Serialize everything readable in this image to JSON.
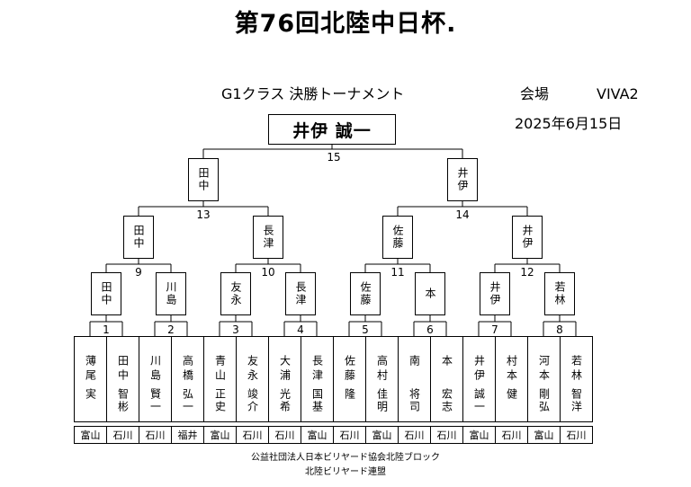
{
  "title": "第76回北陸中日杯.",
  "header": {
    "class_label": "G1クラス 決勝トーナメント",
    "venue_label": "会場",
    "venue_name": "VIVA2",
    "date": "2025年6月15日"
  },
  "champion": "井伊 誠一",
  "matches": {
    "m15": {
      "number": "15"
    },
    "m13": {
      "number": "13",
      "winner": "田中"
    },
    "m14": {
      "number": "14",
      "winner": "井伊"
    },
    "m9": {
      "number": "9",
      "winner": "田中"
    },
    "m10": {
      "number": "10",
      "winner": "長津"
    },
    "m11": {
      "number": "11",
      "winner": "佐藤"
    },
    "m12": {
      "number": "12",
      "winner": "井伊"
    },
    "m1": {
      "number": "1",
      "winner": "田中"
    },
    "m2": {
      "number": "2",
      "winner": "川島"
    },
    "m3": {
      "number": "3",
      "winner": "友永"
    },
    "m4": {
      "number": "4",
      "winner": "長津"
    },
    "m5": {
      "number": "5",
      "winner": "佐藤"
    },
    "m6": {
      "number": "6",
      "winner": "本"
    },
    "m7": {
      "number": "7",
      "winner": "井伊"
    },
    "m8": {
      "number": "8",
      "winner": "若林"
    }
  },
  "players": [
    {
      "surname": "薄尾",
      "given": "実",
      "pref": "富山"
    },
    {
      "surname": "田中",
      "given": "智彬",
      "pref": "石川"
    },
    {
      "surname": "川島",
      "given": "賢一",
      "pref": "石川"
    },
    {
      "surname": "高橋",
      "given": "弘一",
      "pref": "福井"
    },
    {
      "surname": "青山",
      "given": "正史",
      "pref": "富山"
    },
    {
      "surname": "友永",
      "given": "竣介",
      "pref": "石川"
    },
    {
      "surname": "大浦",
      "given": "光希",
      "pref": "石川"
    },
    {
      "surname": "長津",
      "given": "国基",
      "pref": "富山"
    },
    {
      "surname": "佐藤",
      "given": "隆",
      "pref": "石川"
    },
    {
      "surname": "高村",
      "given": "佳明",
      "pref": "富山"
    },
    {
      "surname": "南",
      "given": "将司",
      "pref": "石川"
    },
    {
      "surname": "本",
      "given": "宏志",
      "pref": "石川"
    },
    {
      "surname": "井伊",
      "given": "誠一",
      "pref": "富山"
    },
    {
      "surname": "村本",
      "given": "健",
      "pref": "石川"
    },
    {
      "surname": "河本",
      "given": "剛弘",
      "pref": "富山"
    },
    {
      "surname": "若林",
      "given": "智洋",
      "pref": "石川"
    }
  ],
  "footer": {
    "line1": "公益社団法人日本ビリヤード協会北陸ブロック",
    "line2": "北陸ビリヤード連盟"
  }
}
